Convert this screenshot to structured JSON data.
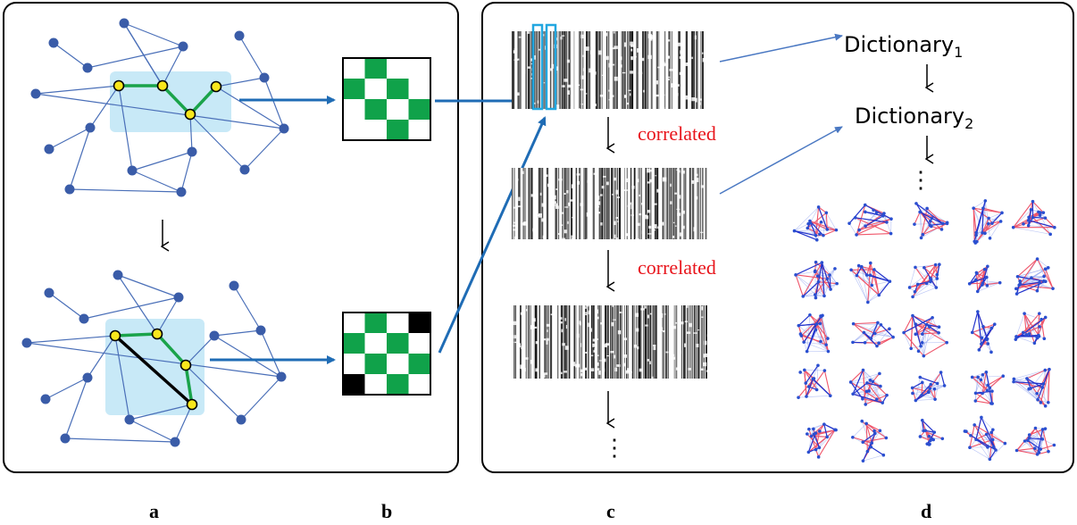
{
  "panel_labels": {
    "a": "a",
    "b": "b",
    "c": "c",
    "d": "d"
  },
  "dictionary": {
    "d1": {
      "word": "Dictionary",
      "sub": "1"
    },
    "d2": {
      "word": "Dictionary",
      "sub": "2"
    },
    "ellipsis": "⋮"
  },
  "correlated": [
    "correlated",
    "correlated"
  ],
  "barcode_ellipsis": "⋮",
  "colors": {
    "network_edge": "#4a6fb8",
    "network_node": "#3a5ca8",
    "highlight_box": "#c8e9f7",
    "path_edge": "#1aa34a",
    "path_node_fill": "#f8e71c",
    "matrix_green": "#10a24a",
    "arrow_blue": "#1f6cb5",
    "corr_red": "#e8141b"
  },
  "icons": [
    "down-arrow-icon",
    "right-arrow-icon"
  ]
}
